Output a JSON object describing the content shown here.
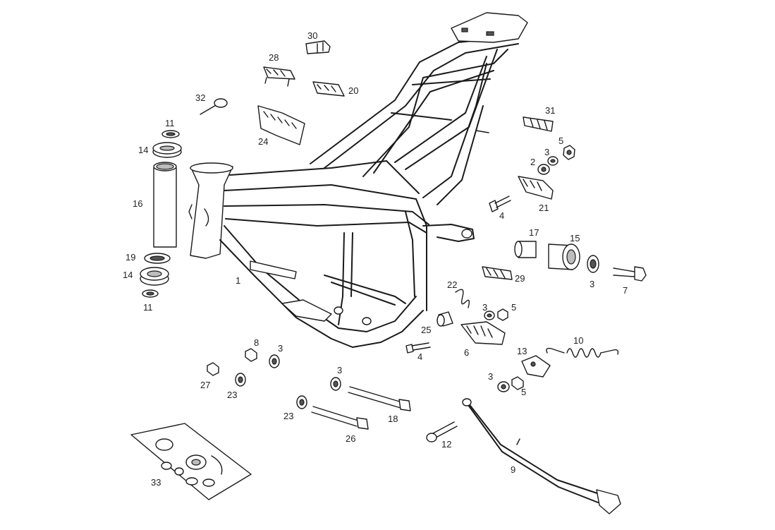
{
  "labels": {
    "l1": "1",
    "l2": "2",
    "l3a": "3",
    "l3b": "3",
    "l3c": "3",
    "l3d": "3",
    "l3e": "3",
    "l3f": "3",
    "l4a": "4",
    "l4b": "4",
    "l5a": "5",
    "l5b": "5",
    "l5c": "5",
    "l6": "6",
    "l7": "7",
    "l8": "8",
    "l9": "9",
    "l10": "10",
    "l11a": "11",
    "l11b": "11",
    "l12": "12",
    "l13": "13",
    "l14a": "14",
    "l14b": "14",
    "l15": "15",
    "l16": "16",
    "l17": "17",
    "l18": "18",
    "l19": "19",
    "l20": "20",
    "l21": "21",
    "l22": "22",
    "l23a": "23",
    "l23b": "23",
    "l24": "24",
    "l25": "25",
    "l26": "26",
    "l27": "27",
    "l28": "28",
    "l29": "29",
    "l30": "30",
    "l31": "31",
    "l32": "32",
    "l33": "33"
  }
}
